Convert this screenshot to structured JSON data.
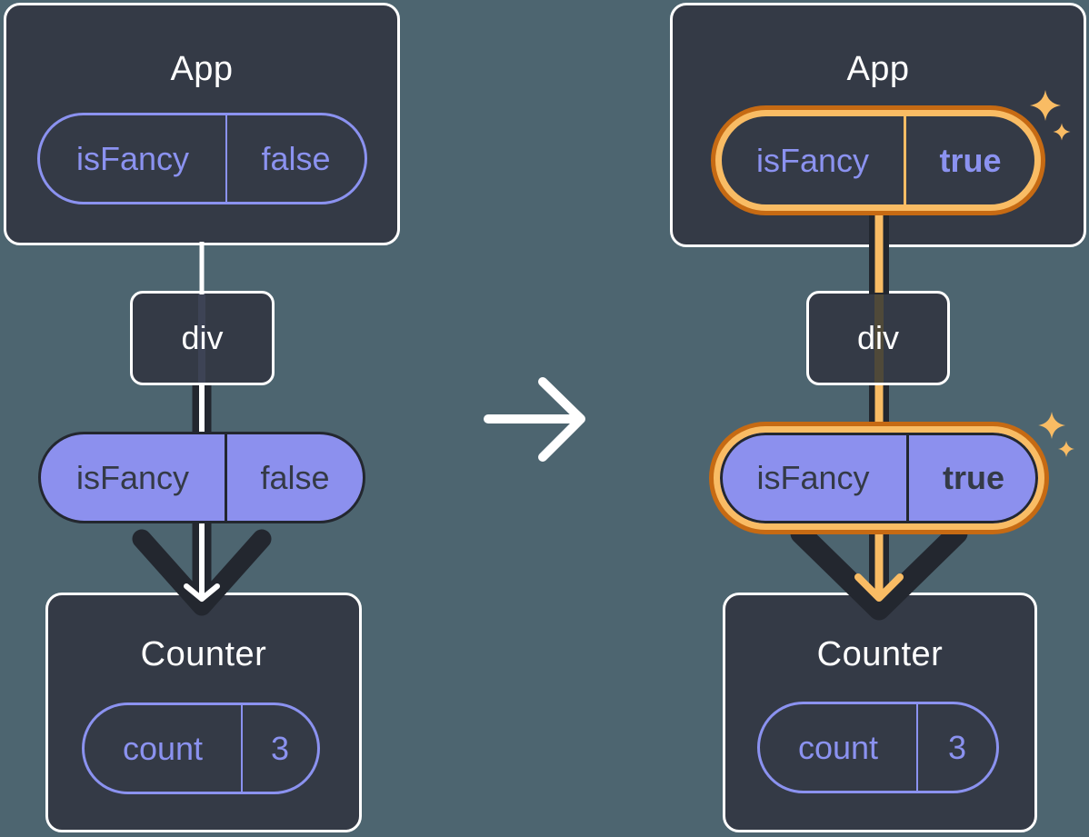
{
  "colors": {
    "background": "#4d6570",
    "card": "#343a46",
    "card_border": "#ffffff",
    "purple": "#8b92f0",
    "purple_fill": "#8c90ee",
    "dark": "#23272f",
    "orange_dark": "#c66a13",
    "orange_light": "#f9bc64",
    "white": "#ffffff"
  },
  "icons": {
    "transition": "arrow-right-icon",
    "highlight": "sparkle-icon"
  },
  "diagrams": {
    "before": {
      "app": {
        "title": "App",
        "prop": {
          "name": "isFancy",
          "value": "false"
        }
      },
      "container": {
        "label": "div"
      },
      "passed_prop": {
        "name": "isFancy",
        "value": "false"
      },
      "counter": {
        "title": "Counter",
        "state": {
          "name": "count",
          "value": "3"
        }
      }
    },
    "after": {
      "app": {
        "title": "App",
        "prop": {
          "name": "isFancy",
          "value": "true"
        }
      },
      "container": {
        "label": "div"
      },
      "passed_prop": {
        "name": "isFancy",
        "value": "true"
      },
      "counter": {
        "title": "Counter",
        "state": {
          "name": "count",
          "value": "3"
        }
      }
    }
  }
}
